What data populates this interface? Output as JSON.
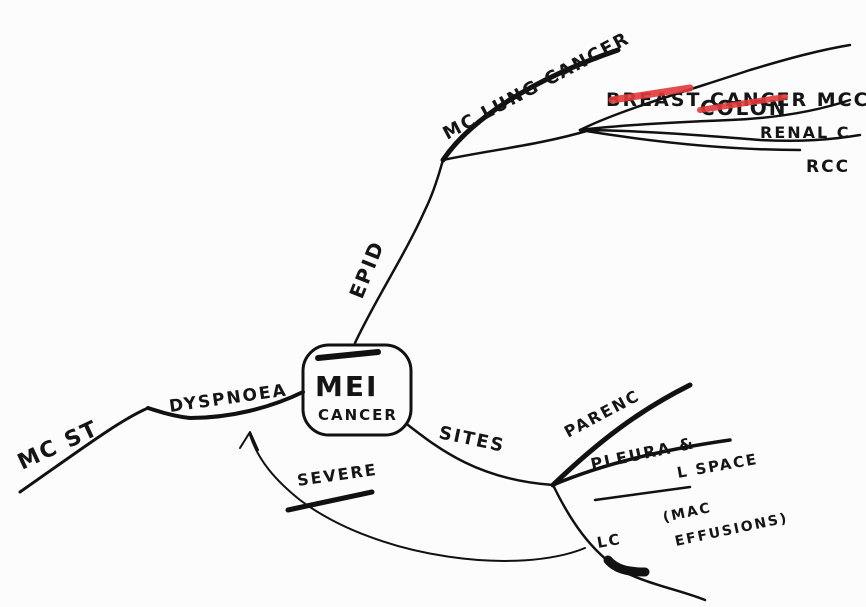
{
  "center": {
    "line1": "MEI",
    "line2": "CANCER"
  },
  "branches": {
    "epid": "EPID",
    "sites": "SITES",
    "dyspnoea": "DYSPNOEA",
    "mc_st": "MC ST",
    "severe": "SEVERE"
  },
  "epid_children": {
    "mc_lung": "MC LUNG CANCER",
    "breast": "BREAST CANCER MCC",
    "colon": "COLON",
    "renal": "RENAL C",
    "rcc": "RCC"
  },
  "sites_children": {
    "parenc": "PARENC",
    "pleura": "PLEURA &",
    "space": "L SPACE",
    "mac": "(MAC",
    "effusions": "EFFUSIONS)",
    "lc": "LC"
  },
  "colors": {
    "ink": "#111111",
    "highlight": "#e03a3a"
  }
}
